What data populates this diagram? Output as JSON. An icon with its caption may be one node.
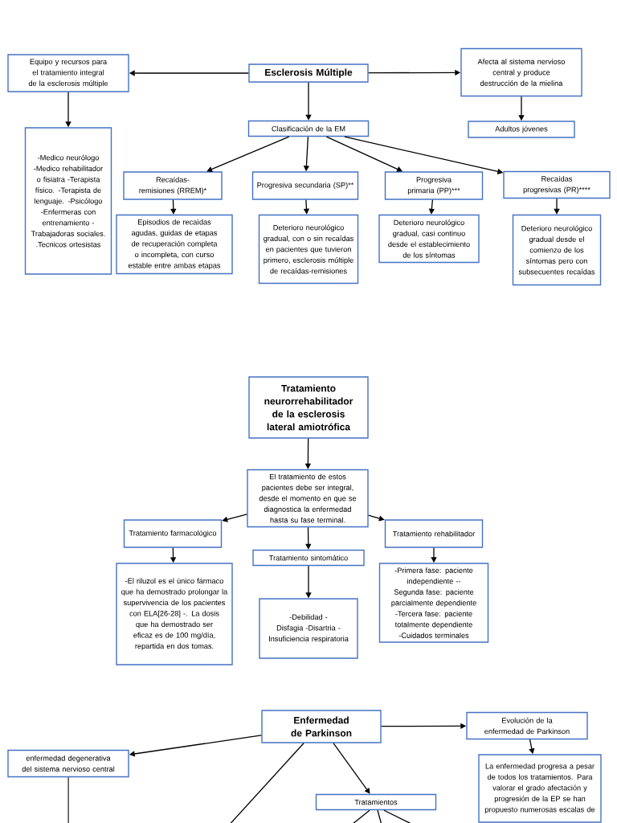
{
  "diagram": {
    "nodes": [
      {
        "text": [
          "Esclerosis Múltiple"
        ]
      },
      {
        "text": [
          "Equipo y recursos para el tratamiento integral de la esclerosis múltiple"
        ]
      },
      {
        "text": [
          "Afecta al sistema nervioso central y produce destrucción de la mielina"
        ]
      },
      {
        "text": [
          "Adultos jóvenes"
        ]
      },
      {
        "text": [
          "-Medico neurólogo -Medico rehabilitador o fisiatra -Terapista físico. -Terapista de lenguaje. -Psicólogo -Enfermeras con entrenamiento -Trabajadoras sociales. .Tecnicos ortesistas"
        ]
      },
      {
        "text": [
          "Clasificación de la EM"
        ]
      },
      {
        "text": [
          "Recaídas- remisiones (RREM)*"
        ]
      },
      {
        "text": [
          "Progresiva secundaria (SP)**"
        ]
      },
      {
        "text": [
          "Progresiva primaria (PP)***"
        ]
      },
      {
        "text": [
          "Recaídas progresivas (PR)****"
        ]
      },
      {
        "text": [
          "Episodios de recaídas agudas, guidas de etapas de recuperación completa o incompleta, con curso estable entre ambas etapas"
        ]
      },
      {
        "text": [
          "Deterioro neurológico gradual, con o sin recaídas en pacientes que tuvieron primero, esclerosis múltiple de recaídas-remisiones"
        ]
      },
      {
        "text": [
          "Deterioro neurológico gradual, casi continuo desde el establecimiento de los síntomas"
        ]
      },
      {
        "text": [
          "Deterioro neurológico gradual desde el comienzo de los síntomas pero con subsecuentes recaídas"
        ]
      },
      {
        "text": [
          "Tratamiento neurorrehabilitador de la esclerosis lateral amiotrófica"
        ]
      },
      {
        "text": [
          "El tratamiento de estos pacientes debe ser integral, desde el momento en que se diagnostica la enfermedad hasta su fase terminal."
        ]
      },
      {
        "text": [
          "Tratamiento farmacológico"
        ]
      },
      {
        "text": [
          "Tratamiento sintomático"
        ]
      },
      {
        "text": [
          "Tratamiento rehabilitador"
        ]
      },
      {
        "text": [
          "-El riluzol es el único fármaco que ha demostrado prolongar la supervivencia de los pacientes con ELA[26-28] -. La dosis que ha demostrado ser eficaz es de 100 mg/día, repartida en dos tomas."
        ]
      },
      {
        "text": [
          "-Debilidad -Disfagia -Disartria -Insuficiencia respiratoria"
        ]
      },
      {
        "text": [
          "-Primera fase: paciente independiente --Segunda fase: paciente parcialmente dependiente -Tercera fase: paciente totalmente dependiente -Cuidados terminales"
        ]
      },
      {
        "text": [
          "Enfermedad de Parkinson"
        ]
      },
      {
        "text": [
          "Evolución de la enfermedad de Parkinson"
        ]
      },
      {
        "text": [
          "enfermedad degenerativa del sistema nervioso central"
        ]
      },
      {
        "text": [
          "Tratamientos"
        ]
      },
      {
        "text": [
          "La enfermedad progresa a pesar de todos los tratamientos. Para valorar el grado afectación y progresión de la EP se han propuesto numerosas escalas de"
        ]
      }
    ],
    "edges": [
      {
        "from": 0,
        "to": 1,
        "arrow": "to"
      },
      {
        "from": 0,
        "to": 2,
        "arrow": "to"
      },
      {
        "from": 0,
        "to": 5,
        "arrow": "to"
      },
      {
        "from": 1,
        "to": 4,
        "arrow": "to"
      },
      {
        "from": 2,
        "to": 3,
        "arrow": "to"
      },
      {
        "from": 5,
        "to": 6,
        "arrow": "to"
      },
      {
        "from": 5,
        "to": 7,
        "arrow": "to"
      },
      {
        "from": 5,
        "to": 8,
        "arrow": "to"
      },
      {
        "from": 5,
        "to": 9,
        "arrow": "to"
      },
      {
        "from": 6,
        "to": 10,
        "arrow": "to"
      },
      {
        "from": 7,
        "to": 11,
        "arrow": "to"
      },
      {
        "from": 8,
        "to": 12,
        "arrow": "to"
      },
      {
        "from": 9,
        "to": 13,
        "arrow": "to"
      },
      {
        "from": 14,
        "to": 15,
        "arrow": "to"
      },
      {
        "from": 15,
        "to": 16,
        "arrow": "to"
      },
      {
        "from": 15,
        "to": 17,
        "arrow": "to"
      },
      {
        "from": 15,
        "to": 18,
        "arrow": "to"
      },
      {
        "from": 16,
        "to": 19,
        "arrow": "to"
      },
      {
        "from": 17,
        "to": 20,
        "arrow": "to"
      },
      {
        "from": 18,
        "to": 21,
        "arrow": "to"
      },
      {
        "from": 22,
        "to": 23,
        "arrow": "to"
      },
      {
        "from": 22,
        "to": 24,
        "arrow": "to"
      },
      {
        "from": 22,
        "to": 25,
        "arrow": "to"
      },
      {
        "from": 23,
        "to": 26,
        "arrow": "to"
      },
      {
        "from": 24,
        "to": null,
        "arrow": "none"
      },
      {
        "from": 22,
        "to": null,
        "arrow": "none"
      },
      {
        "from": 25,
        "to": null,
        "arrow": "none"
      },
      {
        "from": 25,
        "to": null,
        "arrow": "none"
      },
      {
        "from": 25,
        "to": null,
        "arrow": "none"
      }
    ]
  }
}
